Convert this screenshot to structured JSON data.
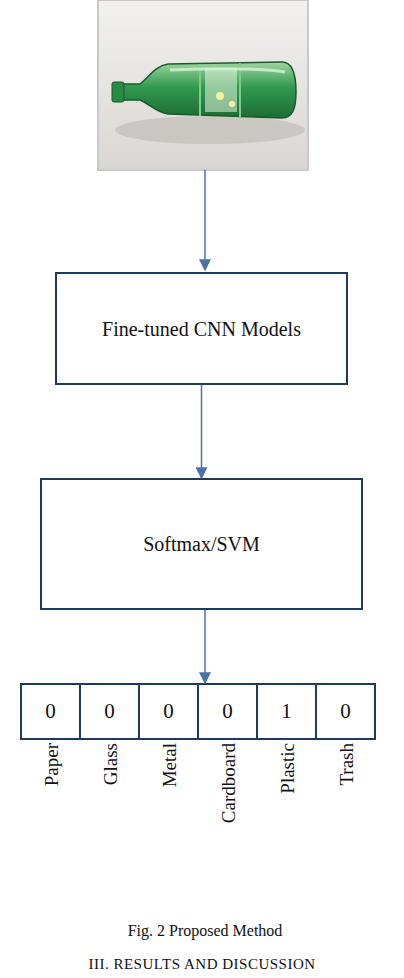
{
  "diagram": {
    "caption": "Fig. 2 Proposed Method",
    "nodes": [
      {
        "text": [
          "Fine-tuned CNN Models"
        ]
      },
      {
        "text": [
          "Softmax/SVM"
        ]
      },
      {
        "text": [
          "0",
          "Paper"
        ]
      },
      {
        "text": [
          "0",
          "Glass"
        ]
      },
      {
        "text": [
          "0",
          "Metal"
        ]
      },
      {
        "text": [
          "0",
          "Cardboard"
        ]
      },
      {
        "text": [
          "1",
          "Plastic"
        ]
      },
      {
        "text": [
          "0",
          "Trash"
        ]
      }
    ],
    "edges": [
      {
        "from": 0,
        "to": 1,
        "arrow": "to"
      },
      {
        "from": 1,
        "to": 5,
        "arrow": "to"
      }
    ],
    "labels": [
      "III. RESULTS AND DISCUSSION"
    ]
  }
}
